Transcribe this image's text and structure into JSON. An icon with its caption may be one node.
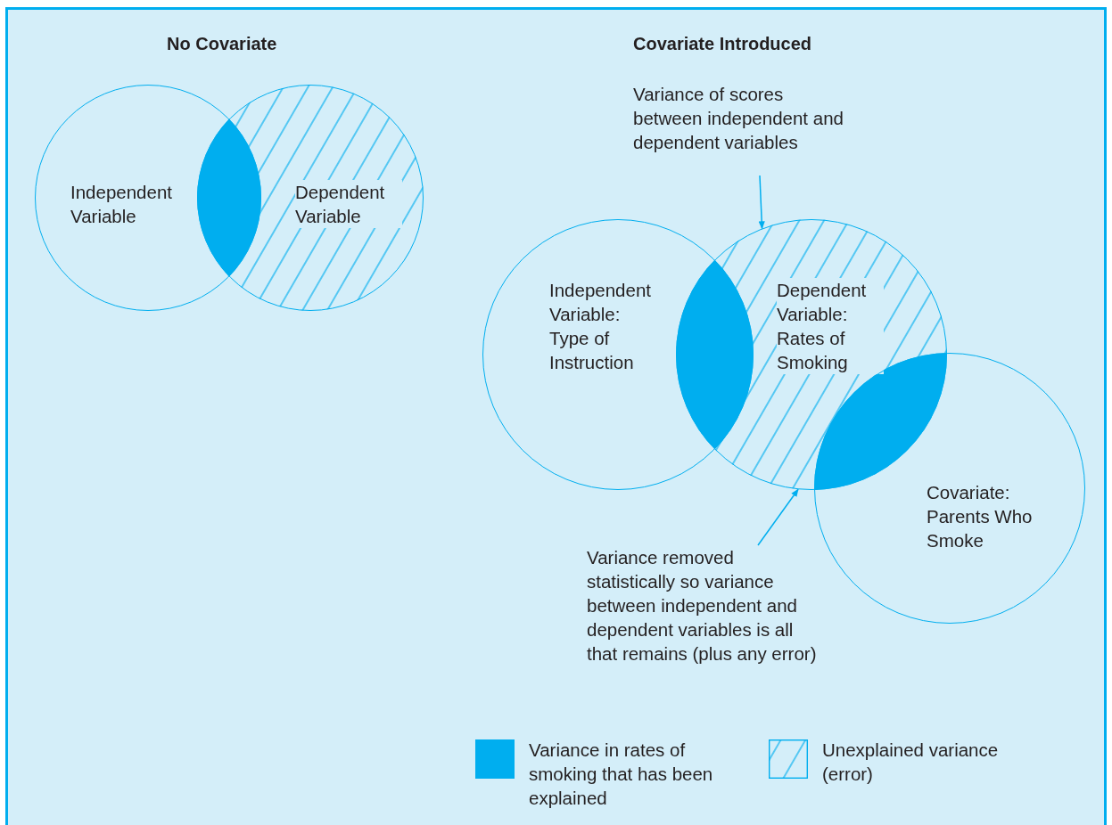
{
  "diagram": {
    "nodes": [
      {
        "text": [
          "Independent Variable"
        ]
      },
      {
        "text": [
          "Dependent Variable"
        ]
      },
      {
        "text": [
          "Independent Variable: Type of Instruction"
        ]
      },
      {
        "text": [
          "Dependent Variable: Rates of Smoking"
        ]
      },
      {
        "text": [
          "Covariate: Parents Who Smoke"
        ]
      },
      {
        "text": [
          "Variance of scores between independent and dependent variables"
        ]
      },
      {
        "text": [
          "Variance removed statistically so variance between independent and dependent variables is all that remains (plus any error)"
        ]
      }
    ],
    "edges": [
      {
        "from": 5,
        "to": 3,
        "arrow": "to"
      },
      {
        "from": 6,
        "to": 3,
        "arrow": "to"
      }
    ],
    "labels": [
      "No Covariate",
      "Covariate Introduced"
    ],
    "legend": [
      {
        "text": "Variance in rates of smoking that has been explained",
        "color": "#00aeef"
      },
      {
        "text": "Unexplained variance (error)"
      }
    ]
  }
}
